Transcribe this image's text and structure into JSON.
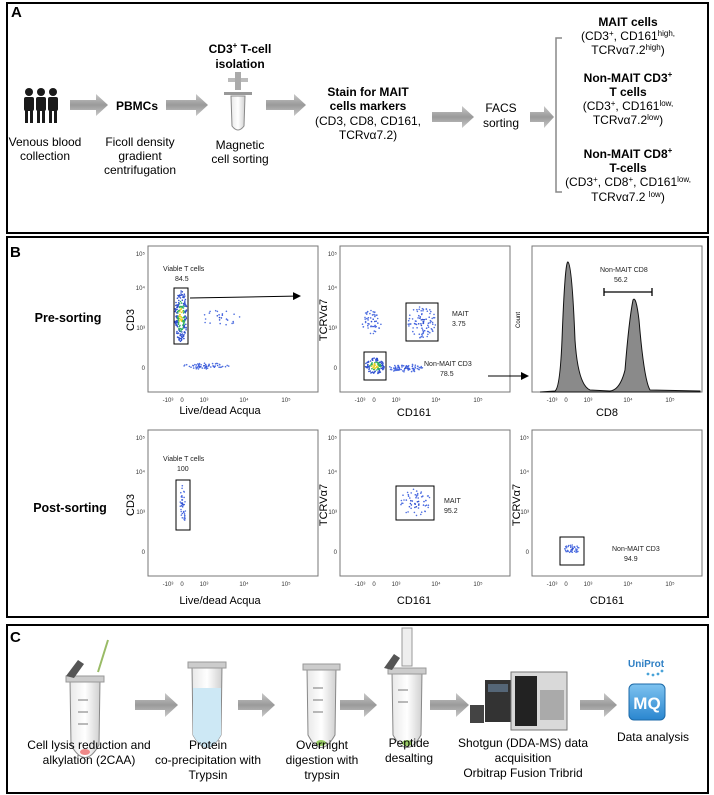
{
  "panel_a": {
    "label": "A",
    "venous": {
      "line1": "Venous blood",
      "line2": "collection"
    },
    "pbmcs": "PBMCs",
    "ficoll": {
      "line1": "Ficoll density",
      "line2": "gradient",
      "line3": "centrifugation"
    },
    "cd3_iso": {
      "line1": "CD3",
      "sup": "+",
      "line1b": " T-cell",
      "line2": "isolation"
    },
    "magnetic": {
      "line1": "Magnetic",
      "line2": "cell sorting"
    },
    "stain": {
      "line1": "Stain for MAIT",
      "line2": "cells markers",
      "line3": "(CD3, CD8, CD161,",
      "line4": "TCRvα7.2)"
    },
    "facs": {
      "line1": "FACS",
      "line2": "sorting"
    },
    "mait": {
      "title": "MAIT cells",
      "l1a": "(CD3",
      "l1b": "+",
      "l1c": ", CD161",
      "l1d": "high,",
      "l2a": "TCRvα7.2",
      "l2b": "high",
      "l2c": ")"
    },
    "nonmait_cd3": {
      "title1": "Non-MAIT CD3",
      "title1sup": "+",
      "title2": "T cells",
      "l1a": "(CD3",
      "l1b": "+",
      "l1c": ", CD161",
      "l1d": "low,",
      "l2a": "TCRvα7.2",
      "l2b": "low",
      "l2c": ")"
    },
    "nonmait_cd8": {
      "title1": "Non-MAIT CD8",
      "title1sup": "+",
      "title2": "T-cells",
      "l1a": "(CD3",
      "l1b": "+",
      "l1c": ", CD8",
      "l1d": "+",
      "l1e": ", CD161",
      "l1f": "low,",
      "l2a": "TCRvα7.2 ",
      "l2b": "low",
      "l2c": ")"
    }
  },
  "panel_b": {
    "label": "B",
    "row_pre": "Pre-sorting",
    "row_post": "Post-sorting",
    "ticks_x": [
      "-10",
      "3",
      "0",
      "10",
      "3",
      "10",
      "4",
      "10",
      "5"
    ],
    "ticks": {
      "neg": "-10³",
      "zero": "0",
      "t3": "10³",
      "t4": "10⁴",
      "t5": "10⁵"
    },
    "plots": {
      "pre1": {
        "x": "Live/dead Acqua",
        "y": "CD3",
        "gate": "Viable T cells",
        "val": "84.5"
      },
      "pre2": {
        "x": "CD161",
        "y": "TCRVα7",
        "gate1": "MAIT",
        "val1": "3.75",
        "gate2": "Non-MAIT  CD3",
        "val2": "78.5"
      },
      "pre3": {
        "x": "CD8",
        "y": "Count",
        "gate": "Non-MAIT  CD8",
        "val": "56.2"
      },
      "post1": {
        "x": "Live/dead Acqua",
        "y": "CD3",
        "gate": "Viable T cells",
        "val": "100"
      },
      "post2": {
        "x": "CD161",
        "y": "TCRVα7",
        "gate": "MAIT",
        "val": "95.2"
      },
      "post3": {
        "x": "CD161",
        "y": "TCRVα7",
        "gate": "Non-MAIT  CD3",
        "val": "94.9"
      }
    }
  },
  "panel_c": {
    "label": "C",
    "step1": {
      "line1": "Cell lysis reduction and",
      "line2": "alkylation (2CAA)"
    },
    "step2": {
      "line1": "Protein",
      "line2": "co-precipitation with",
      "line3": "Trypsin"
    },
    "step3": {
      "line1": "Overnight",
      "line2": "digestion with",
      "line3": "trypsin"
    },
    "step4": {
      "line1": "Peptide",
      "line2": "desalting"
    },
    "step5": {
      "line1": "Shotgun (DDA-MS) data",
      "line2": "acquisition",
      "line3": "Orbitrap Fusion Tribrid"
    },
    "step6": {
      "line1": "Data analysis"
    },
    "uniprot": "UniProt",
    "mq": "MQ"
  }
}
